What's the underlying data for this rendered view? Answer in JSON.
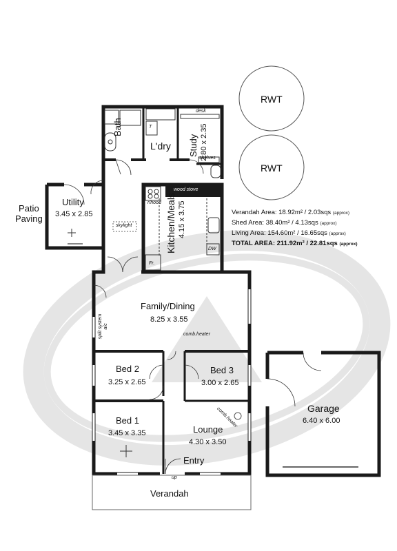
{
  "rooms": {
    "rwt_1": {
      "name": "RWT"
    },
    "rwt_2": {
      "name": "RWT"
    },
    "bath": {
      "name": "Bath"
    },
    "laundry": {
      "name": "L'dry"
    },
    "study": {
      "name": "Study",
      "dims": "2.80 x 2.35"
    },
    "utility": {
      "name": "Utility",
      "dims": "3.45 x 2.85"
    },
    "patio": {
      "name": "Patio",
      "name2": "Paving"
    },
    "kitchen": {
      "name": "Kitchen/Meals",
      "dims": "4.15 x 3.75"
    },
    "family": {
      "name": "Family/Dining",
      "dims": "8.25 x 3.55"
    },
    "bed2": {
      "name": "Bed 2",
      "dims": "3.25 x 2.65"
    },
    "bed3": {
      "name": "Bed 3",
      "dims": "3.00 x 2.65"
    },
    "bed1": {
      "name": "Bed 1",
      "dims": "3.45 x 3.35"
    },
    "lounge": {
      "name": "Lounge",
      "dims": "4.30 x 3.50"
    },
    "entry": {
      "name": "Entry"
    },
    "verandah": {
      "name": "Verandah"
    },
    "garage": {
      "name": "Garage",
      "dims": "6.40 x 6.00"
    }
  },
  "fixtures": {
    "desk": "desk",
    "shelves": "shelves",
    "wood_stove": "wood stove",
    "rhood": "r/hood",
    "skylight": "skylight",
    "fridge": "Fr.",
    "dw": "DW",
    "split_system": "split system a/c",
    "comb_heater_family": "comb.heater",
    "comb_heater_lounge": "comb.heater",
    "up": "up",
    "t": "T"
  },
  "areas": {
    "verandah": {
      "label": "Verandah Area:",
      "value": "18.92m² / 2.03sqs",
      "approx": "(approx)"
    },
    "shed": {
      "label": "Shed Area:",
      "value": "38.40m² / 4.13sqs",
      "approx": "(approx)"
    },
    "living": {
      "label": "Living Area:",
      "value": "154.60m² / 16.65sqs",
      "approx": "(approx)"
    },
    "total": {
      "label": "TOTAL AREA:",
      "value": "211.92m² / 22.81sqs",
      "approx": "(approx)"
    }
  }
}
